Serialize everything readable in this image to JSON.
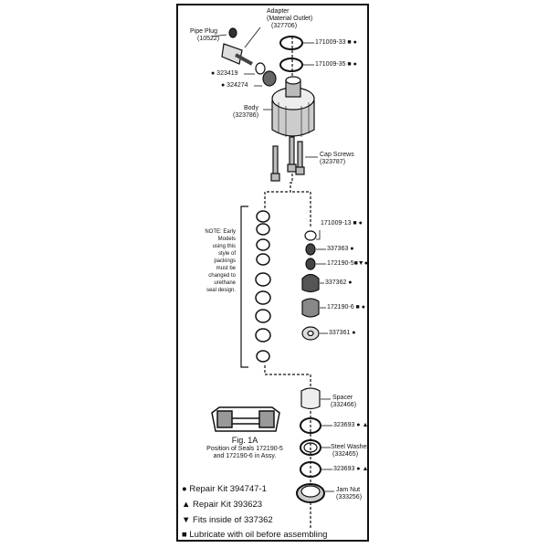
{
  "parts": {
    "adapter": {
      "name": "Adapter",
      "desc": "(Material Outlet)",
      "num": "(327706)"
    },
    "pipe_plug": {
      "name": "Pipe Plug",
      "num": "(10522)"
    },
    "oring_33": "171009-33 ■ ●",
    "oring_35": "171009-35 ■ ●",
    "p323419": "● 323419",
    "p324274": "● 324274",
    "body": {
      "name": "Body",
      "num": "(323786)"
    },
    "cap_screws": {
      "name": "Cap Screws",
      "num": "(323787)"
    },
    "oring_13": "171009-13 ■ ●",
    "p337363": "337363 ●",
    "p172190_5": "172190-5■▼●",
    "p337362": "337362 ●",
    "p172190_6": "172190-6 ■ ●",
    "p337361": "337361 ●",
    "spacer": {
      "name": "Spacer",
      "num": "(332466)"
    },
    "p323693_a": "323693 ● ▲",
    "steel_washer": {
      "name": "Steel Washer",
      "num": "(332465)"
    },
    "p323693_b": "323693 ● ▲",
    "jam_nut": {
      "name": "Jam Nut",
      "num": "(333256)"
    }
  },
  "note": "NOTE: Early Models using this style of packings must be changed to urethane seal design.",
  "figure": {
    "title": "Fig. 1A",
    "caption1": "Position of Seals 172190-5",
    "caption2": "and 172190-6 in Assy."
  },
  "legend": [
    "● Repair Kit 394747-1",
    "▲ Repair Kit 393623",
    "▼ Fits inside of 337362",
    "■ Lubricate with oil before assembling"
  ]
}
